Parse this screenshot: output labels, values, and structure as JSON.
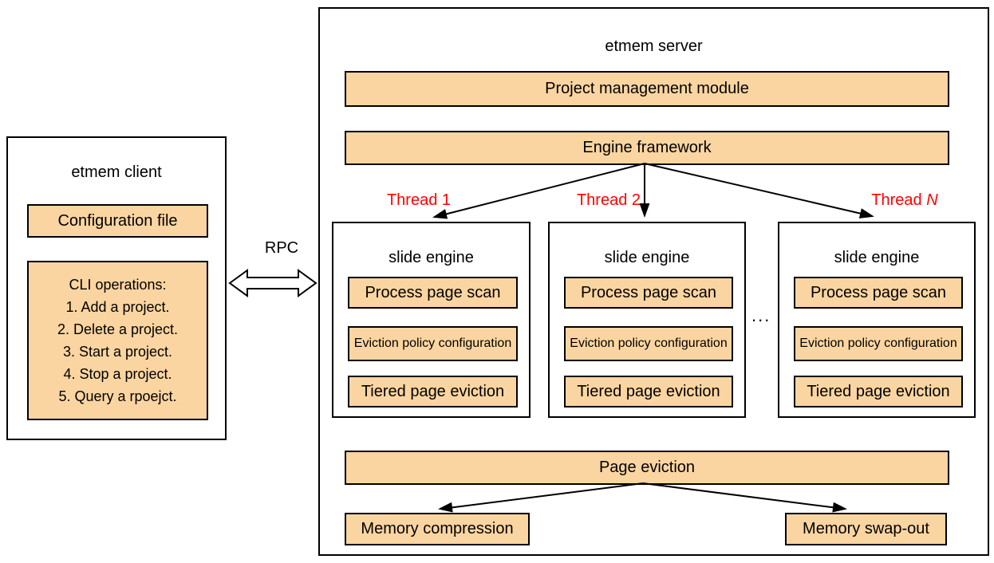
{
  "client": {
    "title": "etmem client",
    "config_label": "Configuration file",
    "cli": {
      "header": "CLI operations:",
      "items": [
        "1. Add a project.",
        "2. Delete a project.",
        "3. Start a project.",
        "4. Stop a project.",
        "5. Query a rpoejct."
      ]
    }
  },
  "rpc": {
    "label": "RPC"
  },
  "server": {
    "title": "etmem server",
    "project_management_label": "Project management module",
    "engine_framework_label": "Engine framework",
    "threads": [
      {
        "prefix": "Thread",
        "number": "1",
        "italic": false
      },
      {
        "prefix": "Thread",
        "number": "2",
        "italic": false
      },
      {
        "prefix": "Thread",
        "number": "N",
        "italic": true
      }
    ],
    "slide_engines": [
      {
        "title": "slide engine",
        "modules": [
          "Process page scan",
          "Eviction policy configuration",
          "Tiered page eviction"
        ]
      },
      {
        "title": "slide engine",
        "modules": [
          "Process page scan",
          "Eviction policy configuration",
          "Tiered page eviction"
        ]
      },
      {
        "title": "slide engine",
        "modules": [
          "Process page scan",
          "Eviction policy configuration",
          "Tiered page eviction"
        ]
      }
    ],
    "ellipsis": "...",
    "page_eviction_label": "Page eviction",
    "memory_compression_label": "Memory compression",
    "memory_swap_out_label": "Memory swap-out"
  },
  "colors": {
    "box_fill": "#FBD5A1",
    "box_border": "#000000",
    "thread_text": "#FF0000",
    "line": "#000000"
  }
}
